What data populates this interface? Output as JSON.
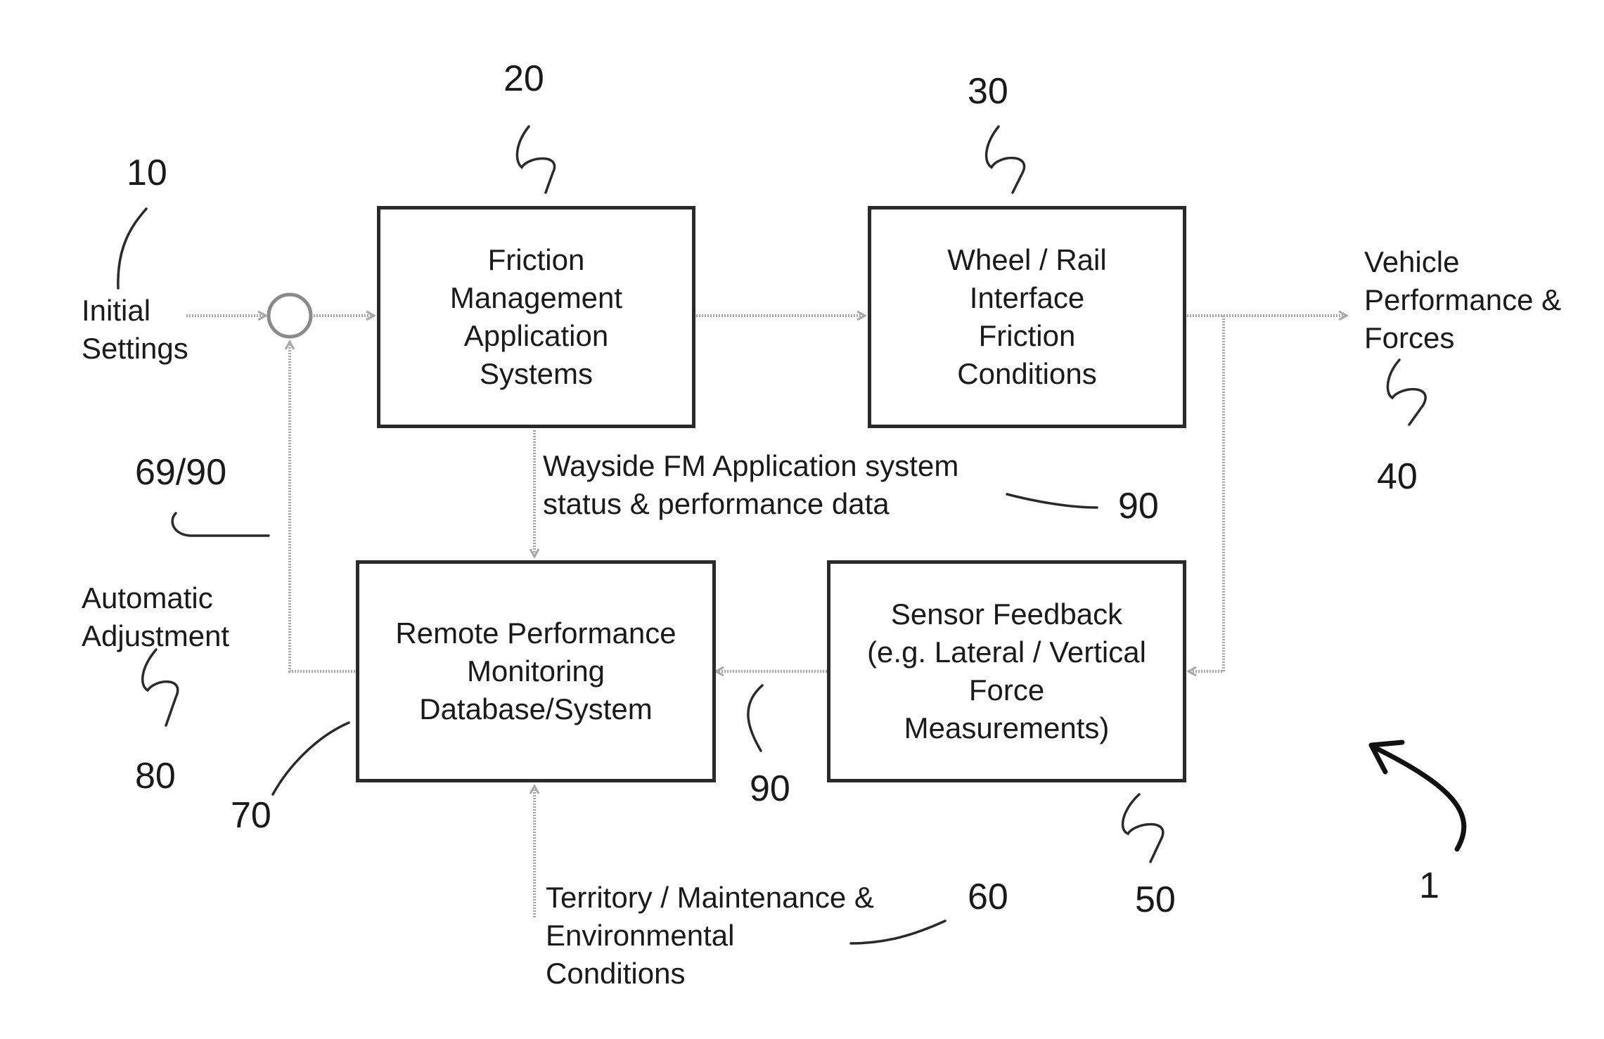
{
  "blocks": {
    "friction_mgmt": "Friction\nManagement\nApplication\nSystems",
    "wheel_rail": "Wheel / Rail\nInterface\nFriction\nConditions",
    "remote_perf": "Remote Performance\nMonitoring\nDatabase/System",
    "sensor_feedback": "Sensor Feedback\n(e.g. Lateral / Vertical\nForce\nMeasurements)"
  },
  "labels": {
    "initial_settings": "Initial\nSettings",
    "vehicle_perf": "Vehicle\nPerformance &\nForces",
    "wayside_status": "Wayside FM Application system\nstatus & performance data",
    "automatic_adjustment": "Automatic\nAdjustment",
    "territory": "Territory / Maintenance &\nEnvironmental\nConditions"
  },
  "refs": {
    "r10": "10",
    "r20": "20",
    "r30": "30",
    "r40": "40",
    "r50": "50",
    "r60": "60",
    "r69_90": "69/90",
    "r70": "70",
    "r80": "80",
    "r90_top": "90",
    "r90_bottom": "90",
    "r1": "1"
  },
  "colors": {
    "box_stroke": "#2a2a2a",
    "wire": "#a8a8a8",
    "leader": "#2a2a2a"
  }
}
